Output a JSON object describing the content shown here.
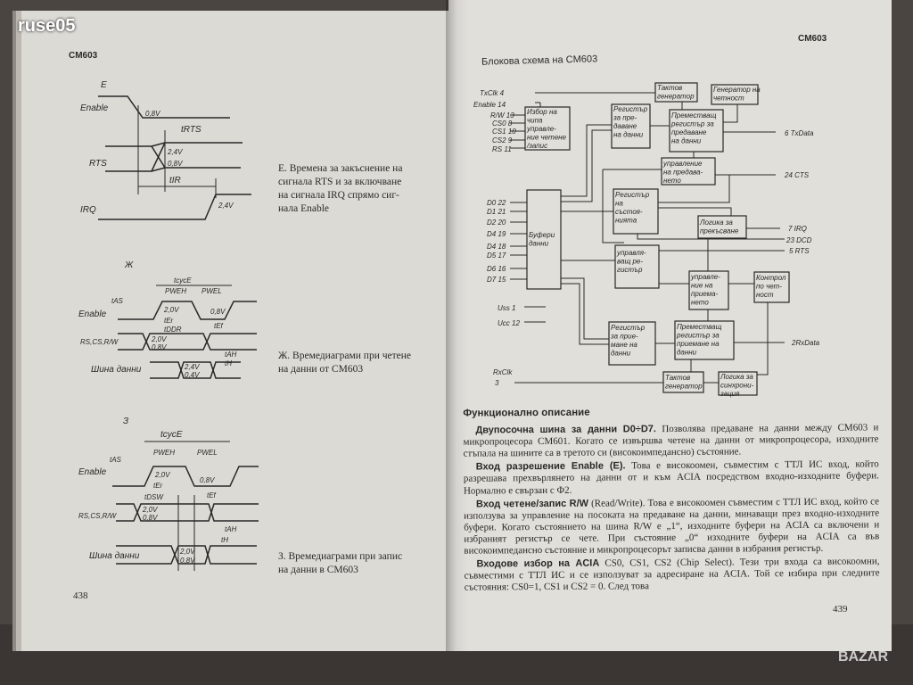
{
  "watermark": "ruse05",
  "logo": "BAZAR",
  "left_page": {
    "header": "CM603",
    "page_number": "438",
    "fig_e": {
      "letter": "E",
      "enable": "Enable",
      "v08": "0,8V",
      "t_rts": "tRTS",
      "rts": "RTS",
      "v24": "2,4V",
      "v08b": "0,8V",
      "t_ir": "tIR",
      "irq": "IRQ",
      "v24b": "2,4V",
      "caption": [
        "E. Времена за закъснение на",
        "сигнала RTS и за включване",
        "на сигнала IRQ спрямо сиг-",
        "нала Enable"
      ]
    },
    "fig_zh": {
      "letter": "Ж",
      "t_cyc": "tcycE",
      "pw_eh": "PWEH",
      "pw_el": "PWEL",
      "t_as": "tAS",
      "enable": "Enable",
      "v20": "2,0V",
      "v08": "0,8V",
      "t_er": "tEr",
      "t_ef": "tEf",
      "t_ddr": "tDDR",
      "rs": "RS,CS,R/W",
      "v20b": "2,0V",
      "v08b": "0,8V",
      "t_ah": "tAH",
      "t_h": "tH",
      "bus": "Шина данни",
      "v24": "2,4V",
      "v04": "0,4V",
      "caption": [
        "Ж. Времедиаграми при четене",
        "на данни от CM603"
      ]
    },
    "fig_z": {
      "letter": "З",
      "t_cyc": "tcycE",
      "pw_eh": "PWEH",
      "pw_el": "PWEL",
      "t_as": "tAS",
      "enable": "Enable",
      "v20": "2,0V",
      "v08": "0,8V",
      "t_er": "tEr",
      "t_ef": "tEf",
      "t_dsw": "tDSW",
      "rs": "RS,CS,R/W",
      "v20b": "2,0V",
      "v08b": "0,8V",
      "t_ah": "tAH",
      "t_h": "tH",
      "bus": "Шина данни",
      "v20c": "2,0V",
      "v08c": "0,8V",
      "caption": [
        "З. Времедиаграми при запис",
        "на данни в CM603"
      ]
    }
  },
  "right_page": {
    "header": "CM603",
    "page_number": "439",
    "diagram_title": "Блокова схема на CM603",
    "blocks": {
      "tx_clock": [
        "Тактов",
        "генератор"
      ],
      "parity_gen": [
        "Генератор на",
        "четност"
      ],
      "chip_select": [
        "Избор на",
        "чипа",
        "управле-",
        "ние четене",
        "/запис"
      ],
      "tx_data_reg": [
        "Регистър",
        "за пре-",
        "даване",
        "на данни"
      ],
      "tx_shift": [
        "Преместващ",
        "регистър за",
        "предаване",
        "на данни"
      ],
      "tx_control": [
        "управление",
        "на предава-",
        "нето"
      ],
      "status_reg": [
        "Регистър",
        "на",
        "състоя-",
        "нията"
      ],
      "irq_logic": [
        "Логика за",
        "прекъсване"
      ],
      "data_buffers": [
        "Буфери",
        "данни"
      ],
      "control_reg": [
        "управля-",
        "ващ ре-",
        "гистър"
      ],
      "rx_control": [
        "управле-",
        "ние на",
        "приема-",
        "нето"
      ],
      "parity_check": [
        "Контрол",
        "по чет-",
        "ност"
      ],
      "rx_data_reg": [
        "Регистър",
        "за прие-",
        "мане на",
        "данни"
      ],
      "rx_shift": [
        "Преместващ",
        "регистър за",
        "приемане на",
        "данни"
      ],
      "rx_clock": [
        "Тактов",
        "генератор"
      ],
      "sync_logic": [
        "Логика за",
        "синхрони-",
        "зация"
      ]
    },
    "pins_left": [
      "TxClk 4",
      "Enable 14",
      "R/W 13",
      "CS0 8",
      "CS1 10",
      "CS2 9",
      "RS 11",
      "D0 22",
      "D1 21",
      "D2 20",
      "D4 19",
      "D4 18",
      "D5 17",
      "D6 16",
      "D7 15",
      "Uss 1",
      "Ucc 12",
      "RxClk",
      "3"
    ],
    "pins_right": [
      "6 TxData",
      "24 CTS",
      "7 IRQ",
      "23 DCD",
      "5 RTS",
      "2RxData"
    ],
    "section_title": "Функционално описание",
    "paragraphs": [
      {
        "lead": "Двупосочна шина за данни D0÷D7.",
        "text": " Позволява предаване на данни между CM603 и микропроцесора CM601. Когато се извършва четене на данни от микропроцесора, изходните стъпала на шините са в третото си (високоимпедансно) състояние."
      },
      {
        "lead": "Вход разрешение Enable (E).",
        "text": " Това е високоомен, съвместим с ТТЛ ИС вход, който разрешава прехвърлянето на данни от и към ACIA посредством входно-изходните буфери. Нормално е свързан с Ф2."
      },
      {
        "lead": "Вход четене/запис R/W",
        "text": " (Read/Write). Това е високоомен съвместим с ТТЛ ИС вход, който се използува за управление на посоката на предаване на данни, минаващи през входно-изходните буфери. Когато състоянието на шина R/W е „1“, изходните буфери на ACIA са включени и избраният регистър се чете. При състояние „0“ изходните буфери на ACIA са във високоимпедансно състояние и микропроцесорът записва данни в избрания регистър."
      },
      {
        "lead": "Входове избор на ACIA",
        "text": " CS0, CS1, CS2 (Chip Select). Тези три входа са високоомни, съвместими с ТТЛ ИС и се използуват за адресиране на ACIA. Той се избира при следните състояния: CS0=1, CS1 и CS2 = 0. След това"
      }
    ]
  }
}
